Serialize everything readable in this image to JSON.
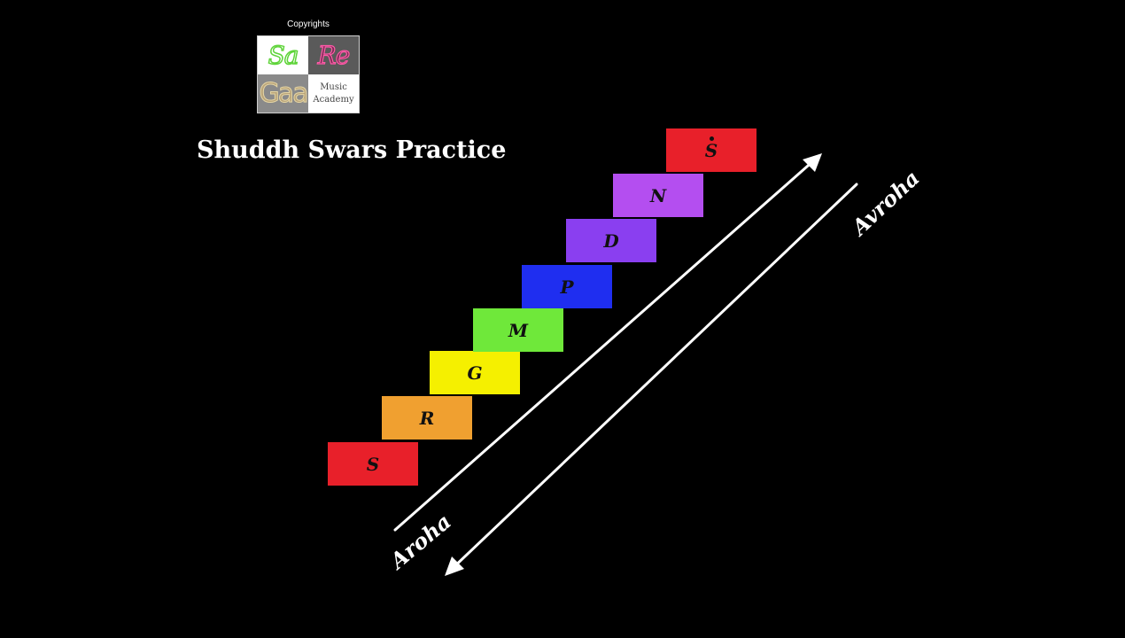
{
  "header": {
    "copyright": "Copyrights",
    "title": "Shuddh Swars Practice"
  },
  "logo": {
    "cell1": "Sa",
    "cell2": "Re",
    "cell3": "Gaa",
    "cell4": "Music Academy"
  },
  "swars": [
    {
      "label": "S",
      "color": "#e8202a"
    },
    {
      "label": "R",
      "color": "#f0a030"
    },
    {
      "label": "G",
      "color": "#f5f000"
    },
    {
      "label": "M",
      "color": "#6fe83a"
    },
    {
      "label": "P",
      "color": "#1f2ef0"
    },
    {
      "label": "D",
      "color": "#8a3ff0"
    },
    {
      "label": "N",
      "color": "#b44ef0"
    },
    {
      "label": "S",
      "color": "#e8202a",
      "taar_saptak": true
    }
  ],
  "directions": {
    "ascending": "Aroha",
    "descending": "Avroha"
  }
}
